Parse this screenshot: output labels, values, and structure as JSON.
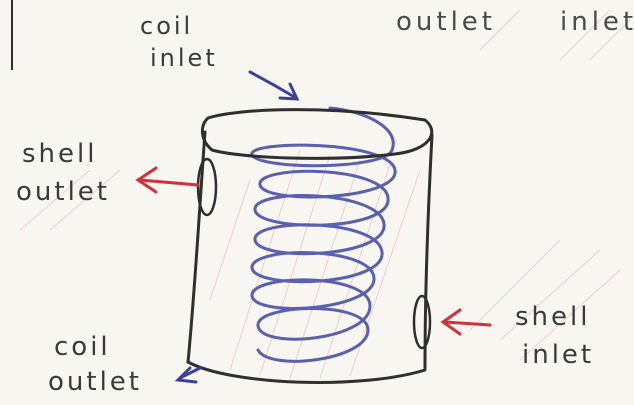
{
  "labels": {
    "coil_inlet_line1": "coil",
    "coil_inlet_line2": "inlet",
    "top_outlet": "outlet",
    "top_inlet": "inlet",
    "shell_outlet_line1": "shell",
    "shell_outlet_line2": "outlet",
    "shell_inlet_line1": "shell",
    "shell_inlet_line2": "inlet",
    "coil_outlet_line1": "coil",
    "coil_outlet_line2": "outlet"
  },
  "colors": {
    "paper": "#f7f6f1",
    "pencil": "#2f2f2f",
    "coil_blue": "#5a5fb0",
    "arrow_red": "#d2303a",
    "shade_pink": "#e9a9b3"
  }
}
